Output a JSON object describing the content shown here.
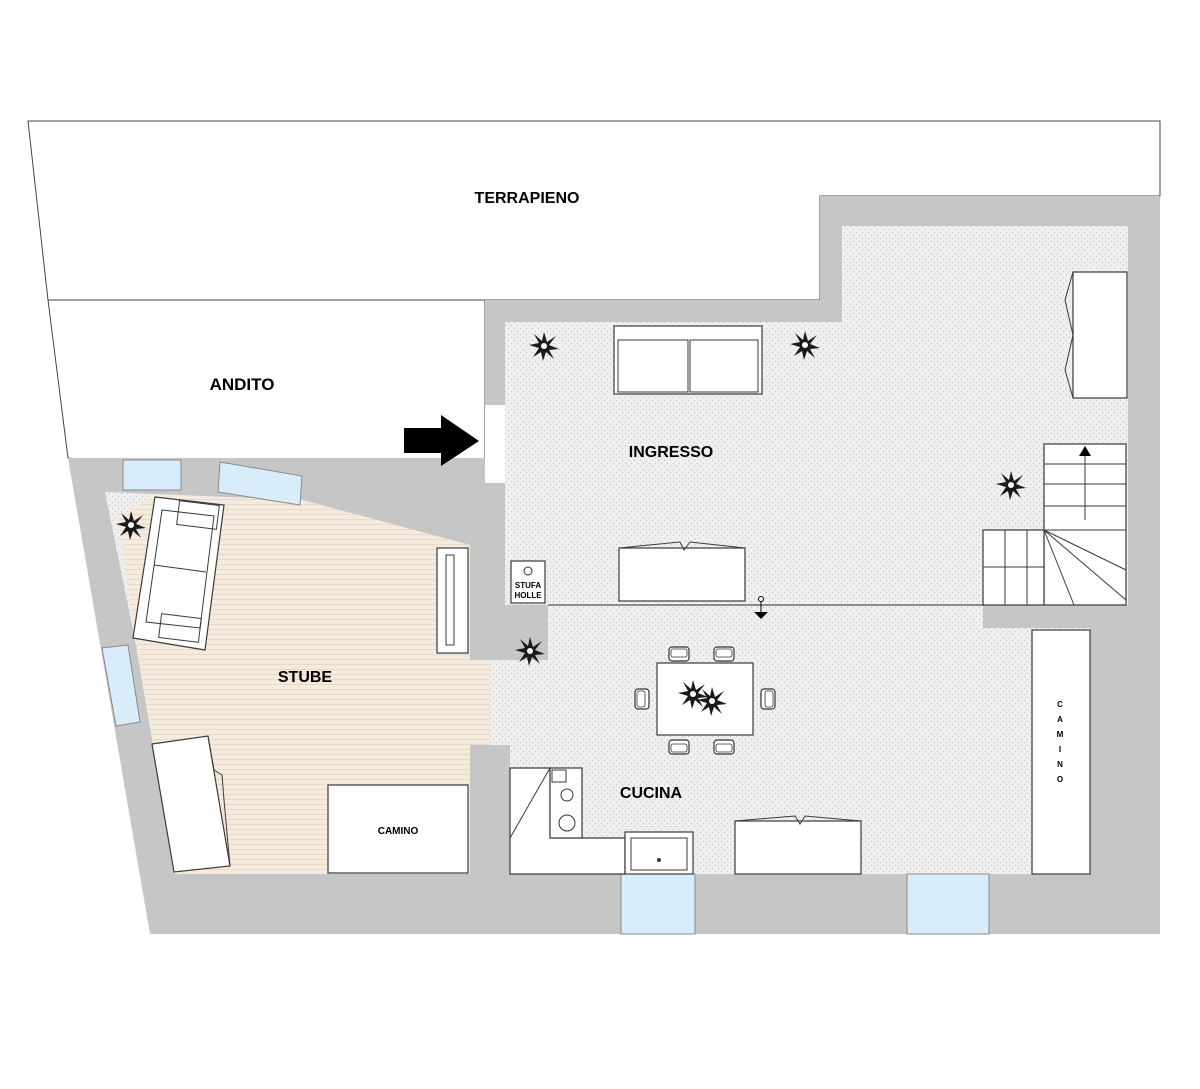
{
  "title": "",
  "rooms": {
    "terrapieno": "TERRAPIENO",
    "andito": "ANDITO",
    "ingresso": "INGRESSO",
    "stube": "STUBE",
    "cucina": "CUCINA"
  },
  "fixtures": {
    "stufa_line1": "STUFA",
    "stufa_line2": "HOLLE",
    "camino_stube": "CAMINO",
    "camino_vertical": [
      "C",
      "A",
      "M",
      "I",
      "N",
      "O"
    ]
  },
  "colors": {
    "wall": "#c6c6c6",
    "floor_tile": "#ececec",
    "floor_wood": "#f3e9dc",
    "window": "#d9ecf9",
    "arrow": "#000000"
  },
  "icons": [
    "entrance-arrow-icon",
    "plant-icon",
    "stair-up-arrow-icon",
    "level-marker-icon"
  ]
}
